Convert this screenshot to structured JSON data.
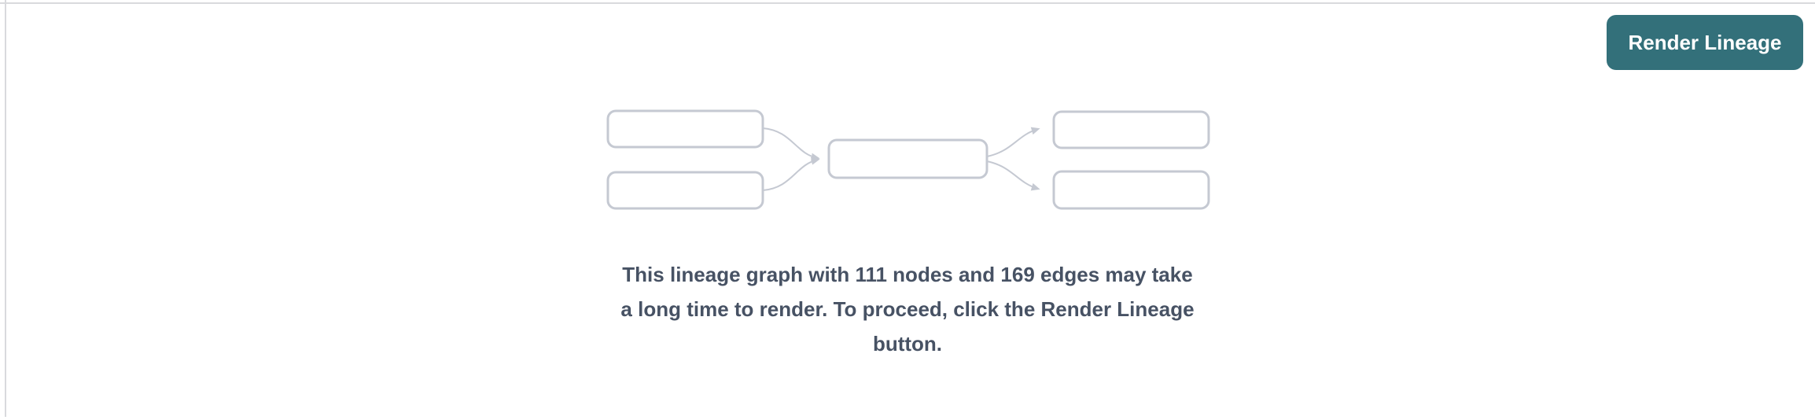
{
  "colors": {
    "page_bg": "#ffffff",
    "divider": "#d9dadd",
    "graph_line": "#c5c9d2",
    "node_fill": "#ffffff",
    "button_bg": "#33707a",
    "button_text": "#ffffff",
    "message_text": "#475264"
  },
  "toolbar": {
    "render_lineage_button": "Render Lineage"
  },
  "empty_state": {
    "illustration": "mini-lineage-graph",
    "node_count": "111",
    "edge_count": "169",
    "message": "This lineage graph with 111 nodes and 169 edges may take a long time to render. To proceed, click the Render Lineage button.",
    "message_lines": [
      "This lineage graph with 111 nodes and 169 edges may take",
      "a long time to render. To proceed, click the Render Lineage",
      "button."
    ]
  }
}
